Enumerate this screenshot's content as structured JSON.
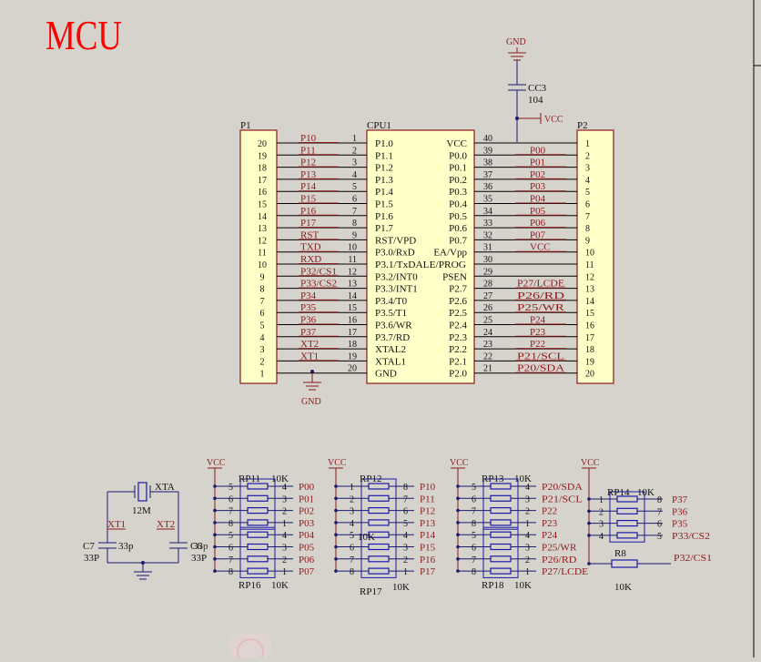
{
  "title": "MCU",
  "colors": {
    "background": "#d6d3cd",
    "title": "#ff0000",
    "label": "#8b1a1a",
    "wire": "#1a1a6e",
    "chip_fill": "#ffffc8"
  },
  "power": {
    "gnd": "GND",
    "vcc": "VCC"
  },
  "cap_cc3": {
    "ref": "CC3",
    "value": "104"
  },
  "p1": {
    "ref": "P1",
    "pins": [
      "20",
      "19",
      "18",
      "17",
      "16",
      "15",
      "14",
      "13",
      "12",
      "11",
      "10",
      "9",
      "8",
      "7",
      "6",
      "5",
      "4",
      "3",
      "2",
      "1"
    ],
    "nets": [
      "P10",
      "P11",
      "P12",
      "P13",
      "P14",
      "P15",
      "P16",
      "P17",
      "RST",
      "TXD",
      "RXD",
      "P32/CS1",
      "P33/CS2",
      "P34",
      "P35",
      "P36",
      "P37",
      "XT2",
      "XT1",
      ""
    ]
  },
  "cpu": {
    "ref": "CPU1",
    "left_nums": [
      "1",
      "2",
      "3",
      "4",
      "5",
      "6",
      "7",
      "8",
      "9",
      "10",
      "11",
      "12",
      "13",
      "14",
      "15",
      "16",
      "17",
      "18",
      "19",
      "20"
    ],
    "left_names": [
      "P1.0",
      "P1.1",
      "P1.2",
      "P1.3",
      "P1.4",
      "P1.5",
      "P1.6",
      "P1.7",
      "RST/VPD",
      "P3.0/RxD",
      "P3.1/TxDALE/PROG",
      "P3.2/INT0",
      "P3.3/INT1",
      "P3.4/T0",
      "P3.5/T1",
      "P3.6/WR",
      "P3.7/RD",
      "XTAL2",
      "XTAL1",
      "GND"
    ],
    "right_nums": [
      "40",
      "39",
      "38",
      "37",
      "36",
      "35",
      "34",
      "33",
      "32",
      "31",
      "30",
      "29",
      "28",
      "27",
      "26",
      "25",
      "24",
      "23",
      "22",
      "21"
    ],
    "right_names": [
      "VCC",
      "P0.0",
      "P0.1",
      "P0.2",
      "P0.3",
      "P0.4",
      "P0.5",
      "P0.6",
      "P0.7",
      "EA/Vpp",
      "",
      "PSEN",
      "P2.7",
      "P2.6",
      "P2.5",
      "P2.4",
      "P2.3",
      "P2.2",
      "P2.1",
      "P2.0"
    ]
  },
  "p2": {
    "ref": "P2",
    "pins": [
      "1",
      "2",
      "3",
      "4",
      "5",
      "6",
      "7",
      "8",
      "9",
      "10",
      "11",
      "12",
      "13",
      "14",
      "15",
      "16",
      "17",
      "18",
      "19",
      "20"
    ],
    "nets": [
      "",
      "P00",
      "P01",
      "P02",
      "P03",
      "P04",
      "P05",
      "P06",
      "P07",
      "VCC",
      "",
      "",
      "P27/LCDE",
      "P26/RD",
      "P25/WR",
      "P24",
      "P23",
      "P22",
      "P21/SCL",
      "P20/SDA"
    ]
  },
  "crystal": {
    "xta": "XTA",
    "freq": "12M",
    "xt1": "XT1",
    "xt2": "XT2",
    "c7_ref": "C7",
    "c7_val": "33p",
    "c7_val2": "33P",
    "c6_ref": "C6",
    "c6_val": "33p",
    "c6_val2": "33P"
  },
  "rp1": {
    "vcc": "VCC",
    "top_ref": "RP11",
    "top_val": "10K",
    "bot_ref": "RP16",
    "bot_val": "10K",
    "left_nums": [
      "5",
      "6",
      "7",
      "8",
      "5",
      "6",
      "7",
      "8"
    ],
    "right_nums": [
      "4",
      "3",
      "2",
      "1",
      "4",
      "3",
      "2",
      "1"
    ],
    "nets": [
      "P00",
      "P01",
      "P02",
      "P03",
      "P04",
      "P05",
      "P06",
      "P07"
    ]
  },
  "rp2": {
    "vcc": "VCC",
    "top_ref": "RP12",
    "mid_val": "10K",
    "bot_ref": "RP17",
    "bot_val": "10K",
    "left_nums": [
      "1",
      "2",
      "3",
      "4",
      "5",
      "6",
      "7",
      "8"
    ],
    "right_nums": [
      "8",
      "7",
      "6",
      "5",
      "4",
      "3",
      "2",
      "1"
    ],
    "nets": [
      "P10",
      "P11",
      "P12",
      "P13",
      "P14",
      "P15",
      "P16",
      "P17"
    ]
  },
  "rp3": {
    "vcc": "VCC",
    "top_ref": "RP13",
    "top_val": "10K",
    "bot_ref": "RP18",
    "bot_val": "10K",
    "left_nums": [
      "5",
      "6",
      "7",
      "8",
      "5",
      "6",
      "7",
      "8"
    ],
    "right_nums": [
      "4",
      "3",
      "2",
      "1",
      "4",
      "3",
      "2",
      "1"
    ],
    "nets": [
      "P20/SDA",
      "P21/SCL",
      "P22",
      "P23",
      "P24",
      "P25/WR",
      "P26/RD",
      "P27/LCDE"
    ]
  },
  "rp4": {
    "vcc": "VCC",
    "ref": "RP14",
    "val": "10K",
    "left_nums": [
      "1",
      "2",
      "3",
      "4"
    ],
    "right_nums": [
      "8",
      "7",
      "6",
      "5"
    ],
    "nets": [
      "P37",
      "P36",
      "P35",
      "P33/CS2"
    ],
    "r8_ref": "R8",
    "r8_val": "10K",
    "r8_net": "P32/CS1"
  }
}
